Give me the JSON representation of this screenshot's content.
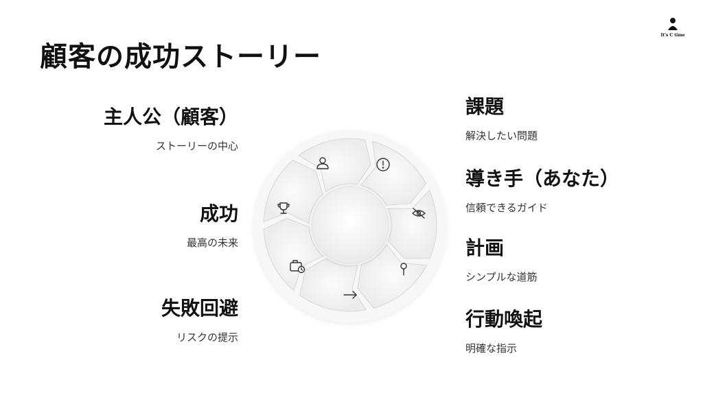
{
  "title": "顧客の成功ストーリー",
  "logo": {
    "text": "It's C time"
  },
  "left_items": [
    {
      "heading": "主人公（顧客）",
      "sub": "ストーリーの中心"
    },
    {
      "heading": "成功",
      "sub": "最高の未来"
    },
    {
      "heading": "失敗回避",
      "sub": "リスクの提示"
    }
  ],
  "right_items": [
    {
      "heading": "課題",
      "sub": "解決したい問題"
    },
    {
      "heading": "導き手（あなた）",
      "sub": "信頼できるガイド"
    },
    {
      "heading": "計画",
      "sub": "シンプルな道筋"
    },
    {
      "heading": "行動喚起",
      "sub": "明確な指示"
    }
  ],
  "cycle_icons": [
    "person-icon",
    "alert-icon",
    "eye-off-icon",
    "pin-icon",
    "arrow-right-icon",
    "briefcase-clock-icon",
    "trophy-icon"
  ]
}
